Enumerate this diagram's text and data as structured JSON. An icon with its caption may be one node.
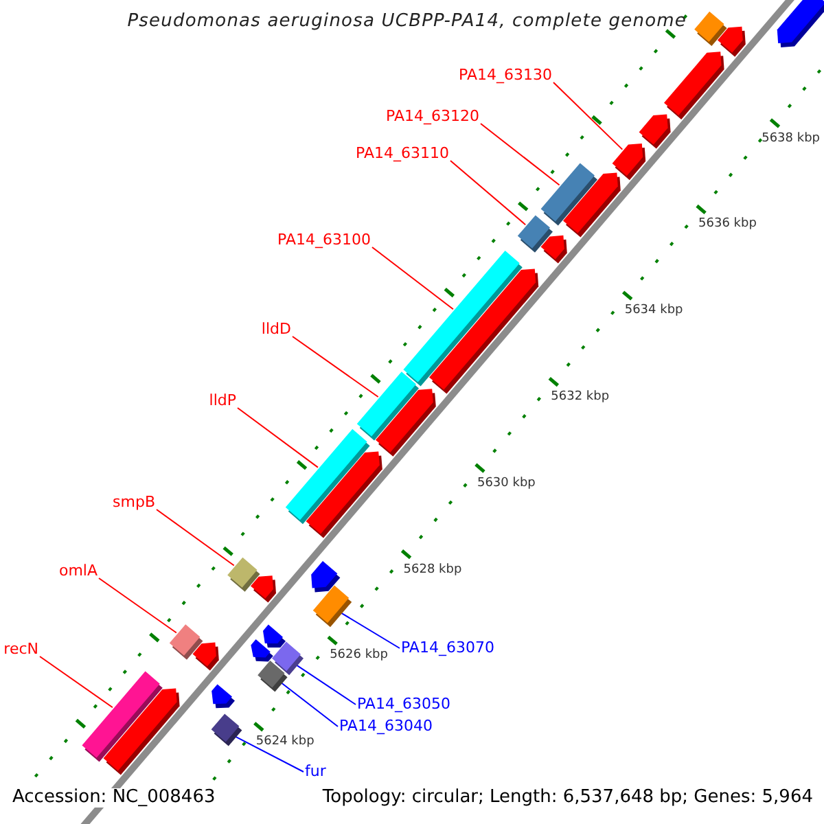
{
  "diagram": {
    "title": "Pseudomonas aeruginosa UCBPP-PA14, complete genome",
    "nodes": [
      {
        "text": [
          "PA14_63130"
        ]
      },
      {
        "text": [
          "PA14_63120"
        ]
      },
      {
        "text": [
          "PA14_63110"
        ]
      },
      {
        "text": [
          "PA14_63100"
        ]
      },
      {
        "text": [
          "lldD"
        ]
      },
      {
        "text": [
          "lldP"
        ]
      },
      {
        "text": [
          "smpB"
        ]
      },
      {
        "text": [
          "omlA"
        ]
      },
      {
        "text": [
          "recN"
        ]
      },
      {
        "text": [
          "PA14_63070"
        ]
      },
      {
        "text": [
          "PA14_63050"
        ]
      },
      {
        "text": [
          "PA14_63040"
        ]
      },
      {
        "text": [
          "fur"
        ]
      },
      {
        "text": [],
        "shape": "arrow"
      },
      {
        "text": [],
        "shape": "bar"
      },
      {
        "text": [],
        "shape": "bar"
      },
      {
        "text": [],
        "shape": "bar"
      },
      {
        "text": [],
        "shape": "bar"
      },
      {
        "text": [],
        "shape": "bar"
      },
      {
        "text": [],
        "shape": "bar"
      },
      {
        "text": [],
        "shape": "bar"
      },
      {
        "text": [],
        "shape": "bar"
      },
      {
        "text": [],
        "shape": "bar"
      },
      {
        "text": [],
        "shape": "bar"
      },
      {
        "text": [],
        "shape": "bar"
      },
      {
        "text": [],
        "shape": "bar"
      },
      {
        "text": [],
        "shape": "arrow"
      },
      {
        "text": [],
        "shape": "bar"
      },
      {
        "text": [],
        "shape": "arrow"
      },
      {
        "text": [],
        "shape": "arrow"
      },
      {
        "text": [],
        "shape": "arrow"
      },
      {
        "text": [],
        "shape": "arrow"
      },
      {
        "text": [],
        "shape": "arrow"
      },
      {
        "text": [],
        "shape": "arrow"
      },
      {
        "text": [],
        "shape": "arrow"
      },
      {
        "text": [],
        "shape": "arrow"
      },
      {
        "text": [],
        "shape": "arrow"
      },
      {
        "text": [],
        "shape": "arrow"
      },
      {
        "text": [],
        "shape": "arrow"
      },
      {
        "text": [],
        "shape": "arrow"
      },
      {
        "text": [],
        "shape": "arrow"
      },
      {
        "text": [],
        "shape": "arrow"
      },
      {
        "text": [],
        "shape": "arrow"
      }
    ],
    "edges": [
      {
        "from": 0,
        "to": 13,
        "arrow": "none"
      },
      {
        "from": 1,
        "to": 14,
        "arrow": "none"
      },
      {
        "from": 2,
        "to": 15,
        "arrow": "none"
      },
      {
        "from": 3,
        "to": 16,
        "arrow": "none"
      },
      {
        "from": 4,
        "to": 17,
        "arrow": "none"
      },
      {
        "from": 5,
        "to": 18,
        "arrow": "none"
      },
      {
        "from": 6,
        "to": 19,
        "arrow": "none"
      },
      {
        "from": 7,
        "to": 21,
        "arrow": "none"
      },
      {
        "from": 8,
        "to": 24,
        "arrow": "none"
      },
      {
        "from": 9,
        "to": 20,
        "arrow": "none",
        "color": "#0000ff"
      },
      {
        "from": 10,
        "to": 22,
        "arrow": "none",
        "color": "#0000ff"
      },
      {
        "from": 11,
        "to": 23,
        "arrow": "none",
        "color": "#0000ff"
      },
      {
        "from": 12,
        "to": 25,
        "arrow": "none",
        "color": "#0000ff"
      }
    ],
    "labels": [
      "5638 kbp",
      "5636 kbp",
      "5634 kbp",
      "5632 kbp",
      "5630 kbp",
      "5628 kbp",
      "5626 kbp",
      "5624 kbp",
      "Accession: NC_008463",
      "Topology: circular; Length: 6,537,648 bp; Genes: 5,964"
    ]
  }
}
